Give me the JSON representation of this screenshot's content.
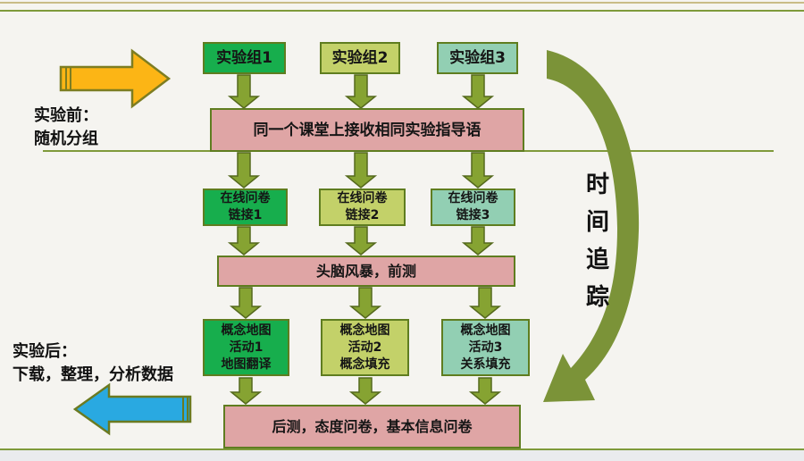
{
  "colors": {
    "background": "#f5f4f0",
    "column_fills": [
      "#17ae4d",
      "#c3d169",
      "#92cfb3"
    ],
    "pink_fill": "#dfa5a5",
    "box_border": "#5f7d20",
    "olive_line": "#7f9a3b",
    "tan_line": "#c9bc87",
    "yellow_arrow": "#fcb515",
    "blue_arrow": "#29a9e1",
    "curved_arrow": "#7b9338",
    "down_arrow_fill": "#86a332",
    "down_arrow_stroke": "#55691d"
  },
  "flow": {
    "groups": [
      {
        "label": "实验组1"
      },
      {
        "label": "实验组2"
      },
      {
        "label": "实验组3"
      }
    ],
    "instruction": {
      "label": "同一个课堂上接收相同实验指导语"
    },
    "online": [
      {
        "line1": "在线问卷",
        "line2": "链接1"
      },
      {
        "line1": "在线问卷",
        "line2": "链接2"
      },
      {
        "line1": "在线问卷",
        "line2": "链接3"
      }
    ],
    "brainstorm": {
      "label": "头脑风暴，前测"
    },
    "activities": [
      {
        "line1": "概念地图",
        "line2": "活动1",
        "line3": "地图翻译"
      },
      {
        "line1": "概念地图",
        "line2": "活动2",
        "line3": "概念填充"
      },
      {
        "line1": "概念地图",
        "line2": "活动3",
        "line3": "关系填充"
      }
    ],
    "posttest": {
      "label": "后测，态度问卷，基本信息问卷"
    }
  },
  "notes": {
    "pre": {
      "line1": "实验前：",
      "line2": "随机分组"
    },
    "post": {
      "line1": "实验后：",
      "line2": "下载，整理，分析数据"
    }
  },
  "time_tracking": {
    "label": "时间追踪"
  }
}
